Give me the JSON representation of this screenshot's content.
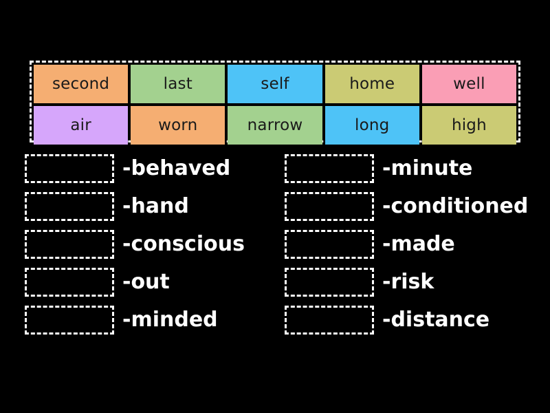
{
  "background_color": "#000000",
  "word_bank": {
    "name": "word-bank",
    "border_color": "#ffffff",
    "rows": [
      {
        "tiles": [
          {
            "label": "second",
            "color": "#f5ae72"
          },
          {
            "label": "last",
            "color": "#a3d18f"
          },
          {
            "label": "self",
            "color": "#4ec3f7"
          },
          {
            "label": "home",
            "color": "#cbcb74"
          },
          {
            "label": "well",
            "color": "#fa9eb5"
          }
        ]
      },
      {
        "tiles": [
          {
            "label": "air",
            "color": "#d6a6fb"
          },
          {
            "label": "worn",
            "color": "#f5ae72"
          },
          {
            "label": "narrow",
            "color": "#a3d18f"
          },
          {
            "label": "long",
            "color": "#4ec3f7"
          },
          {
            "label": "high",
            "color": "#cbcb74"
          }
        ]
      }
    ]
  },
  "answers": {
    "left_column": [
      {
        "slot_value": "",
        "label": "-behaved"
      },
      {
        "slot_value": "",
        "label": "-hand"
      },
      {
        "slot_value": "",
        "label": "-conscious"
      },
      {
        "slot_value": "",
        "label": "-out"
      },
      {
        "slot_value": "",
        "label": "-minded"
      }
    ],
    "right_column": [
      {
        "slot_value": "",
        "label": "-minute"
      },
      {
        "slot_value": "",
        "label": "-conditioned"
      },
      {
        "slot_value": "",
        "label": "-made"
      },
      {
        "slot_value": "",
        "label": "-risk"
      },
      {
        "slot_value": "",
        "label": "-distance"
      }
    ]
  }
}
